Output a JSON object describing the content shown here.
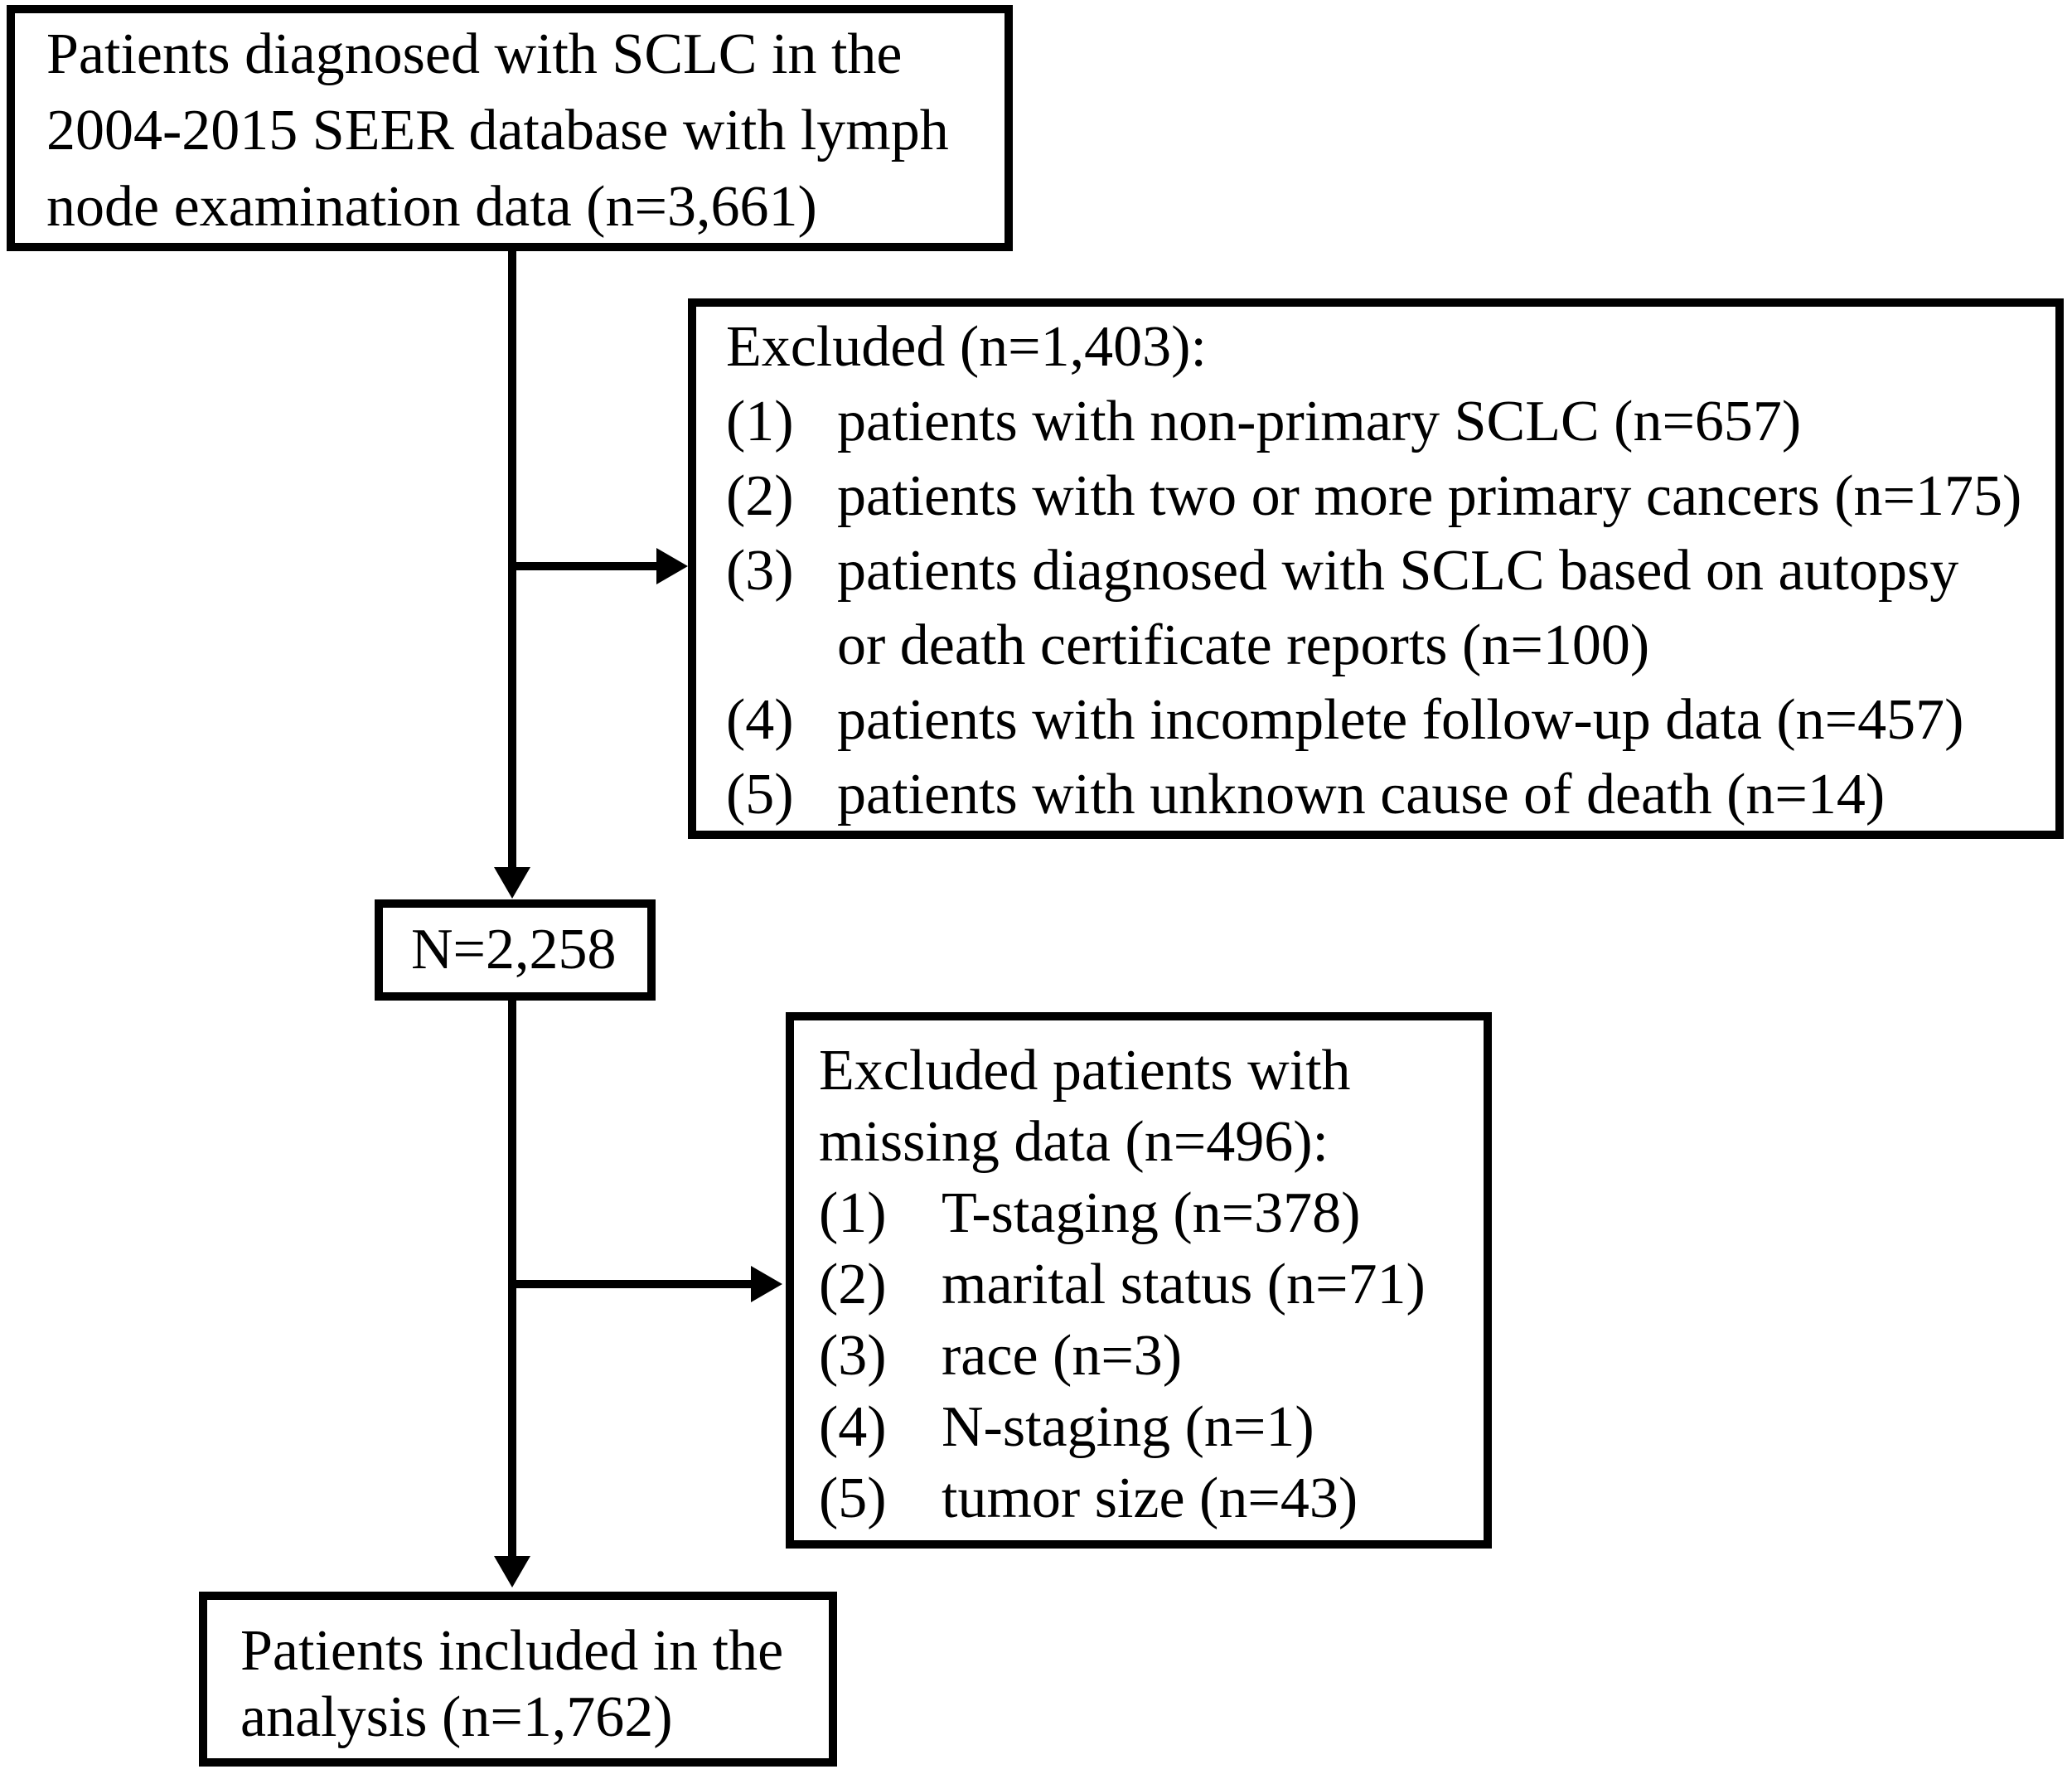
{
  "colors": {
    "ink": "#000000",
    "paper": "#ffffff"
  },
  "boxes": {
    "source": {
      "lines": [
        "Patients diagnosed with SCLC in the",
        "2004-2015 SEER database with lymph",
        "node examination data (n=3,661)"
      ]
    },
    "excluded1": {
      "header": "Excluded (n=1,403):",
      "items": [
        {
          "num": "(1)",
          "text": "patients with non-primary SCLC (n=657)"
        },
        {
          "num": "(2)",
          "text": "patients with two or more primary cancers (n=175)"
        },
        {
          "num": "(3)",
          "text": "patients diagnosed with SCLC based on autopsy",
          "text2": "or death certificate reports (n=100)"
        },
        {
          "num": "(4)",
          "text": "patients with incomplete follow-up data (n=457)"
        },
        {
          "num": "(5)",
          "text": "patients with unknown cause of death (n=14)"
        }
      ]
    },
    "cohort": {
      "label": "N=2,258"
    },
    "excluded2": {
      "header_lines": [
        "Excluded patients with",
        "missing data (n=496):"
      ],
      "items": [
        {
          "num": "(1)",
          "text": "T-staging (n=378)"
        },
        {
          "num": "(2)",
          "text": "marital status (n=71)"
        },
        {
          "num": "(3)",
          "text": "race (n=3)"
        },
        {
          "num": "(4)",
          "text": "N-staging (n=1)"
        },
        {
          "num": "(5)",
          "text": "tumor size (n=43)"
        }
      ]
    },
    "final": {
      "lines": [
        "Patients included in the",
        "analysis (n=1,762)"
      ]
    }
  }
}
